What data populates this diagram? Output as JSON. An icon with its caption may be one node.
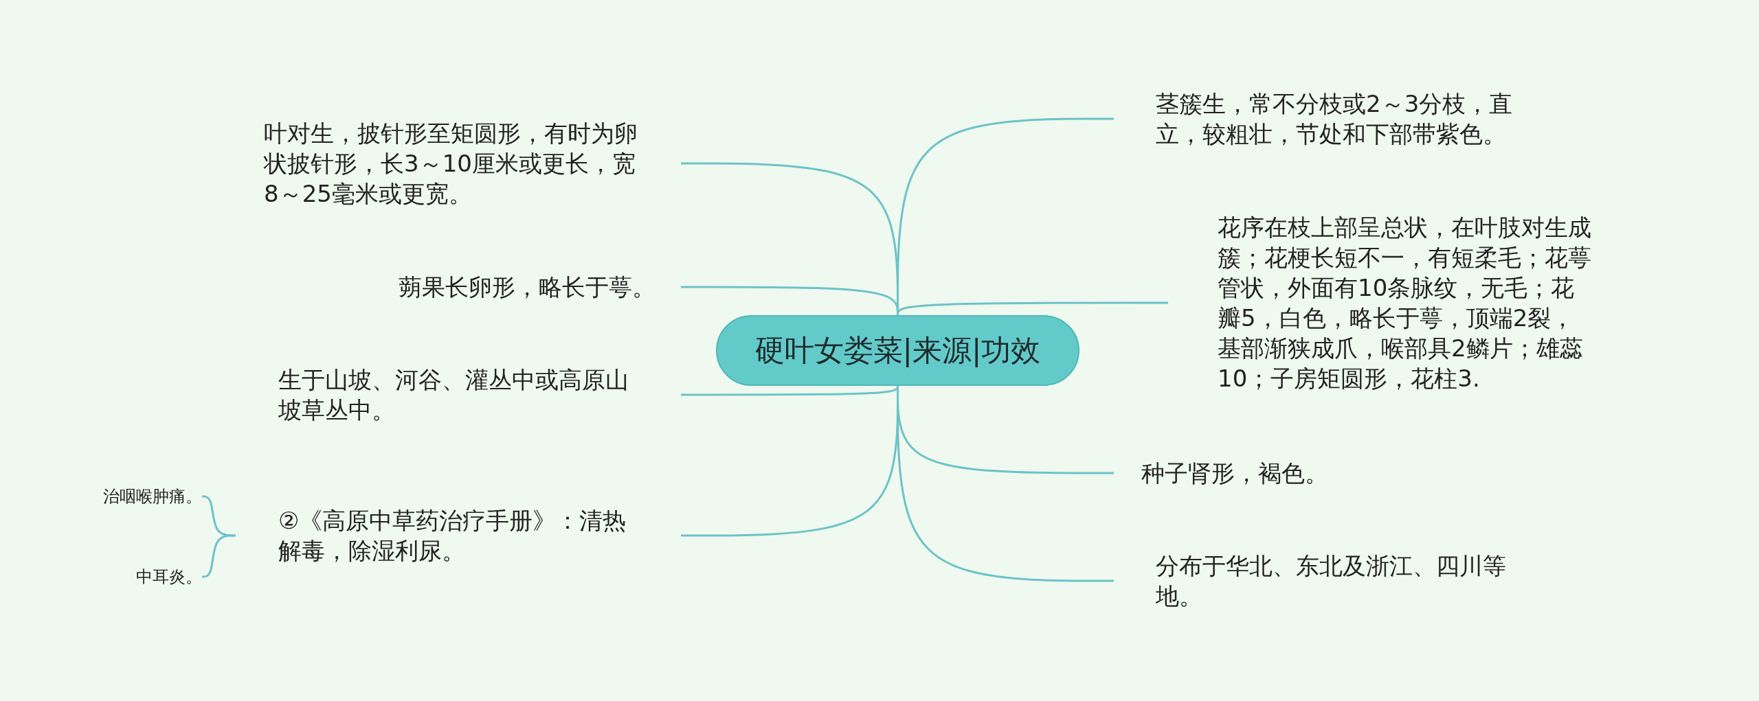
{
  "diagram": {
    "nodes": [
      {
        "text": [
          "硬叶女娄菜|来源|功效"
        ]
      },
      {
        "text": [
          "叶对生，披针形至矩圆形，有时为卵状披针形，长3～10厘米或更长，宽8～25毫米或更宽。"
        ]
      },
      {
        "text": [
          "蒴果长卵形，略长于萼。"
        ]
      },
      {
        "text": [
          "生于山坡、河谷、灌丛中或高原山坡草丛中。"
        ]
      },
      {
        "text": [
          "②《高原中草药治疗手册》：清热解毒，除湿利尿。"
        ]
      },
      {
        "text": [
          "治咽喉肿痛。"
        ]
      },
      {
        "text": [
          "中耳炎。"
        ]
      },
      {
        "text": [
          "茎簇生，常不分枝或2～3分枝，直立，较粗壮，节处和下部带紫色。"
        ]
      },
      {
        "text": [
          "花序在枝上部呈总状，在叶肢对生成簇；花梗长短不一，有短柔毛；花萼管状，外面有10条脉纹，无毛；花瓣5，白色，略长于萼，顶端2裂，基部渐狭成爪，喉部具2鳞片；雄蕊10；子房矩圆形，花柱3."
        ]
      },
      {
        "text": [
          "种子肾形，褐色。"
        ]
      },
      {
        "text": [
          "分布于华北、东北及浙江、四川等地。"
        ]
      }
    ],
    "edges": [
      {
        "from": 0,
        "to": 1,
        "arrow": "none"
      },
      {
        "from": 0,
        "to": 2,
        "arrow": "none"
      },
      {
        "from": 0,
        "to": 3,
        "arrow": "none"
      },
      {
        "from": 0,
        "to": 4,
        "arrow": "none"
      },
      {
        "from": 4,
        "to": 5,
        "arrow": "none"
      },
      {
        "from": 4,
        "to": 6,
        "arrow": "none"
      },
      {
        "from": 0,
        "to": 7,
        "arrow": "none"
      },
      {
        "from": 0,
        "to": 8,
        "arrow": "none"
      },
      {
        "from": 0,
        "to": 9,
        "arrow": "none"
      },
      {
        "from": 0,
        "to": 10,
        "arrow": "none"
      }
    ]
  }
}
